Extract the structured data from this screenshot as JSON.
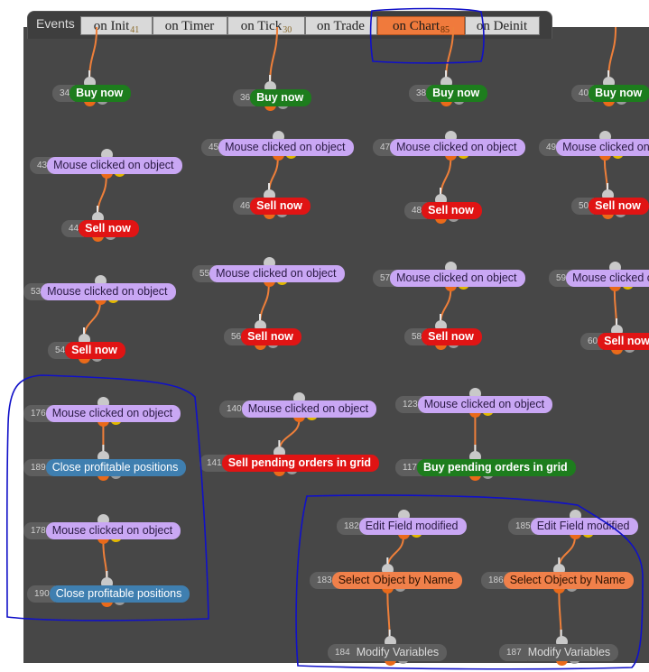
{
  "toolbar": {
    "label": "Events",
    "tabs": [
      {
        "label": "on Init",
        "count": "41"
      },
      {
        "label": "on Timer",
        "count": ""
      },
      {
        "label": "on Tick",
        "count": "30"
      },
      {
        "label": "on Trade",
        "count": ""
      },
      {
        "label": "on Chart",
        "count": "85"
      },
      {
        "label": "on Deinit",
        "count": ""
      }
    ],
    "active_tab": "on Chart"
  },
  "nodes": [
    {
      "id": "34",
      "label": "Buy now",
      "color": "green"
    },
    {
      "id": "36",
      "label": "Buy now",
      "color": "green"
    },
    {
      "id": "38",
      "label": "Buy now",
      "color": "green"
    },
    {
      "id": "40",
      "label": "Buy now",
      "color": "green"
    },
    {
      "id": "43",
      "label": "Mouse clicked on object",
      "color": "purple"
    },
    {
      "id": "45",
      "label": "Mouse clicked on object",
      "color": "purple"
    },
    {
      "id": "47",
      "label": "Mouse clicked on object",
      "color": "purple"
    },
    {
      "id": "49",
      "label": "Mouse clicked on ob",
      "color": "purple"
    },
    {
      "id": "44",
      "label": "Sell now",
      "color": "red"
    },
    {
      "id": "46",
      "label": "Sell now",
      "color": "red"
    },
    {
      "id": "48",
      "label": "Sell now",
      "color": "red"
    },
    {
      "id": "50",
      "label": "Sell now",
      "color": "red"
    },
    {
      "id": "53",
      "label": "Mouse clicked on object",
      "color": "purple"
    },
    {
      "id": "55",
      "label": "Mouse clicked on object",
      "color": "purple"
    },
    {
      "id": "57",
      "label": "Mouse clicked on object",
      "color": "purple"
    },
    {
      "id": "59",
      "label": "Mouse clicked o",
      "color": "purple"
    },
    {
      "id": "54",
      "label": "Sell now",
      "color": "red"
    },
    {
      "id": "56",
      "label": "Sell now",
      "color": "red"
    },
    {
      "id": "58",
      "label": "Sell now",
      "color": "red"
    },
    {
      "id": "60",
      "label": "Sell now",
      "color": "red"
    },
    {
      "id": "176",
      "label": "Mouse clicked on object",
      "color": "purple"
    },
    {
      "id": "140",
      "label": "Mouse clicked on object",
      "color": "purple"
    },
    {
      "id": "123",
      "label": "Mouse clicked on object",
      "color": "purple"
    },
    {
      "id": "189",
      "label": "Close profitable positions",
      "color": "blue"
    },
    {
      "id": "141",
      "label": "Sell pending orders in grid",
      "color": "red"
    },
    {
      "id": "117",
      "label": "Buy pending orders in grid",
      "color": "green"
    },
    {
      "id": "178",
      "label": "Mouse clicked on object",
      "color": "purple"
    },
    {
      "id": "182",
      "label": "Edit Field modified",
      "color": "purple"
    },
    {
      "id": "185",
      "label": "Edit Field modified",
      "color": "purple"
    },
    {
      "id": "190",
      "label": "Close profitable positions",
      "color": "blue"
    },
    {
      "id": "183",
      "label": "Select Object by Name",
      "color": "orange"
    },
    {
      "id": "186",
      "label": "Select Object by Name",
      "color": "orange"
    },
    {
      "id": "184",
      "label": "Modify Variables",
      "color": "grey"
    },
    {
      "id": "187",
      "label": "Modify Variables",
      "color": "grey"
    }
  ],
  "colors": {
    "canvas": "#474747",
    "annotation": "#1010c8",
    "active_tab": "#f07a3c"
  }
}
